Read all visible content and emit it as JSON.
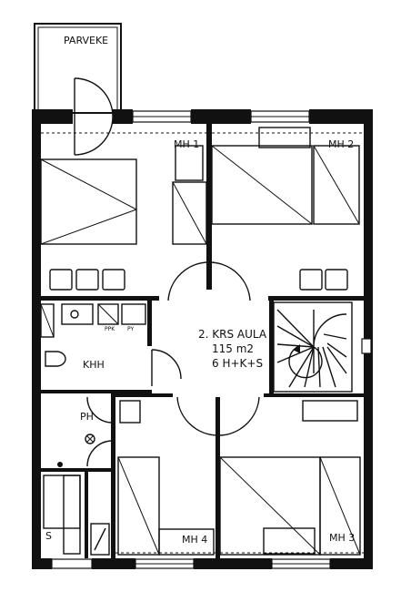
{
  "rooms": {
    "balcony": "PARVEKE",
    "bedroom1": "MH 1",
    "bedroom2": "MH 2",
    "bedroom3": "MH 3",
    "bedroom4": "MH 4",
    "utility": "KHH",
    "washroom": "PH",
    "sauna": "S"
  },
  "hall": {
    "line1": "2. KRS  AULA",
    "line2": "115 m2",
    "line3": "6 H+K+S"
  },
  "fixtures": {
    "dryer_label": "PPK",
    "washer_label": "PY"
  }
}
